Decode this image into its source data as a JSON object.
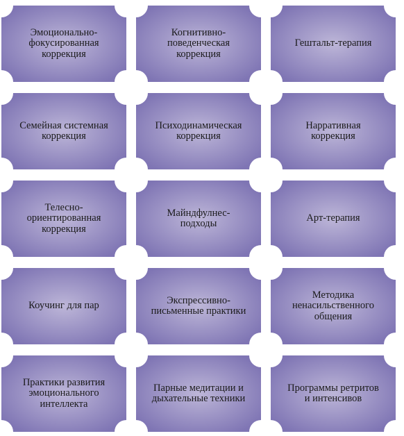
{
  "diagram": {
    "cards": [
      {
        "label": "Эмоционально-\nфокусированная\nкоррекция"
      },
      {
        "label": "Когнитивно-\nповеденческая\nкоррекция"
      },
      {
        "label": "Гештальт-терапия"
      },
      {
        "label": "Семейная системная\nкоррекция"
      },
      {
        "label": "Психодинамическая\nкоррекция"
      },
      {
        "label": "Нарративная\nкоррекция"
      },
      {
        "label": "Телесно-\nориентированная\nкоррекция"
      },
      {
        "label": "Майндфулнес-\nподходы"
      },
      {
        "label": "Арт-терапия"
      },
      {
        "label": "Коучинг для пар"
      },
      {
        "label": "Экспрессивно-\nписьменные практики"
      },
      {
        "label": "Методика\nненасильственного\nобщения"
      },
      {
        "label": "Практики развития\nэмоционального\nинтеллекта"
      },
      {
        "label": "Парные медитации и\nдыхательные техники"
      },
      {
        "label": "Программы ретритов\nи интенсивов"
      }
    ],
    "colors": {
      "card_center": "#bdb6d8",
      "card_edge": "#7f75b4",
      "text": "#1a1a1a",
      "background": "#ffffff"
    }
  }
}
